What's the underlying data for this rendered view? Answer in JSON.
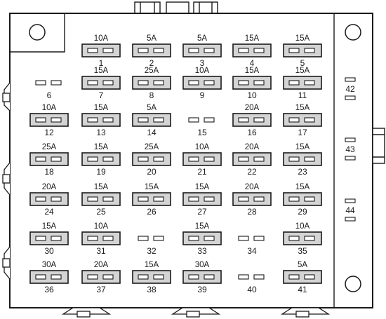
{
  "fuses": [
    {
      "num": "1",
      "amp": "10A"
    },
    {
      "num": "2",
      "amp": "5A"
    },
    {
      "num": "3",
      "amp": "5A"
    },
    {
      "num": "4",
      "amp": "15A"
    },
    {
      "num": "5",
      "amp": "15A"
    },
    {
      "num": "6",
      "amp": ""
    },
    {
      "num": "7",
      "amp": "15A"
    },
    {
      "num": "8",
      "amp": "25A"
    },
    {
      "num": "9",
      "amp": "10A"
    },
    {
      "num": "10",
      "amp": "15A"
    },
    {
      "num": "11",
      "amp": "15A"
    },
    {
      "num": "12",
      "amp": "10A"
    },
    {
      "num": "13",
      "amp": "15A"
    },
    {
      "num": "14",
      "amp": "5A"
    },
    {
      "num": "15",
      "amp": ""
    },
    {
      "num": "16",
      "amp": "20A"
    },
    {
      "num": "17",
      "amp": "15A"
    },
    {
      "num": "18",
      "amp": "25A"
    },
    {
      "num": "19",
      "amp": "15A"
    },
    {
      "num": "20",
      "amp": "25A"
    },
    {
      "num": "21",
      "amp": "10A"
    },
    {
      "num": "22",
      "amp": "20A"
    },
    {
      "num": "23",
      "amp": "15A"
    },
    {
      "num": "24",
      "amp": "20A"
    },
    {
      "num": "25",
      "amp": "15A"
    },
    {
      "num": "26",
      "amp": "15A"
    },
    {
      "num": "27",
      "amp": "15A"
    },
    {
      "num": "28",
      "amp": "20A"
    },
    {
      "num": "29",
      "amp": "15A"
    },
    {
      "num": "30",
      "amp": "15A"
    },
    {
      "num": "31",
      "amp": "10A"
    },
    {
      "num": "32",
      "amp": ""
    },
    {
      "num": "33",
      "amp": "15A"
    },
    {
      "num": "34",
      "amp": ""
    },
    {
      "num": "35",
      "amp": "10A"
    },
    {
      "num": "36",
      "amp": "30A"
    },
    {
      "num": "37",
      "amp": "20A"
    },
    {
      "num": "38",
      "amp": "15A"
    },
    {
      "num": "39",
      "amp": "30A"
    },
    {
      "num": "40",
      "amp": ""
    },
    {
      "num": "41",
      "amp": "5A"
    }
  ],
  "side_slots": [
    {
      "num": "42"
    },
    {
      "num": "43"
    },
    {
      "num": "44"
    }
  ],
  "colors": {
    "outline": "#1a1a1a",
    "fuse_body": "#d4d4d4",
    "panel": "#ffffff"
  }
}
